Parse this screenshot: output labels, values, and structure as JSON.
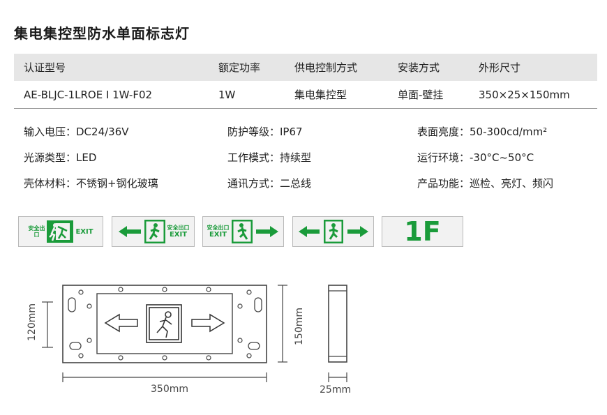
{
  "title": "集电集控型防水单面标志灯",
  "spec_table": {
    "headers": [
      "认证型号",
      "额定功率",
      "供电控制方式",
      "安装方式",
      "外形尺寸"
    ],
    "values": [
      "AE-BLJC-1LROE I 1W-F02",
      "1W",
      "集电集控型",
      "单面-壁挂",
      "350×25×150mm"
    ]
  },
  "params": [
    [
      "输入电压：DC24/36V",
      "防护等级：IP67",
      "表面亮度：50-300cd/mm²"
    ],
    [
      "光源类型：LED",
      "工作模式：持续型",
      "运行环境：-30°C~50°C"
    ],
    [
      "壳体材料：不锈钢+钢化玻璃",
      "通讯方式：二总线",
      "产品功能：巡检、亮灯、频闪"
    ]
  ],
  "signs": {
    "cn_text": "安全出口",
    "en_text": "EXIT",
    "floor": "1F"
  },
  "dimensions": {
    "width": "350mm",
    "height_inner": "120mm",
    "height_outer": "150mm",
    "depth": "25mm"
  },
  "colors": {
    "sign_green": "#1a9b3a",
    "header_bg": "#e6e6e6"
  }
}
